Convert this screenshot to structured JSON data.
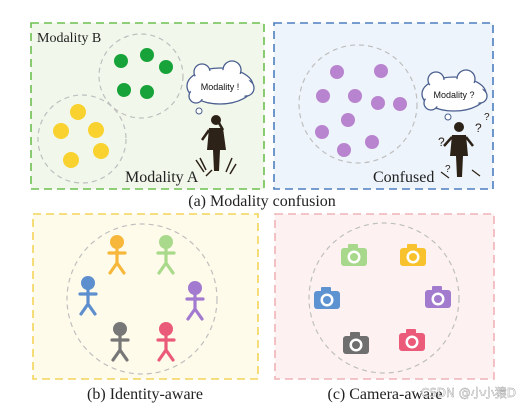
{
  "panels": {
    "modality_confusion": {
      "label_top_left": "Modality B",
      "label_bottom": "Modality A",
      "thought_bubble": "Modality !",
      "colors": {
        "group_a": "#f9d22f",
        "group_b": "#17a33a",
        "border": "#6dc04f",
        "background": "#f1f7ea"
      }
    },
    "confused": {
      "label_bottom": "Confused",
      "thought_bubble": "Modality ?",
      "colors": {
        "dots": "#b984cf",
        "border": "#4d7ebf",
        "background": "#edf4fb"
      }
    },
    "identity_aware": {
      "colors": {
        "border": "#f3d45a",
        "background": "#fffbea",
        "people": [
          "#f7b73a",
          "#a9d98a",
          "#5d8fcf",
          "#a27ad0",
          "#777777",
          "#ea5b7a"
        ]
      }
    },
    "camera_aware": {
      "colors": {
        "border": "#efb3b7",
        "background": "#fdf2f1",
        "cameras": [
          "#a7d88b",
          "#f7c22d",
          "#5e93d1",
          "#a37bce",
          "#6f6f6f",
          "#eb5b79"
        ]
      }
    }
  },
  "captions": {
    "top": "(a) Modality confusion",
    "bottom_left": "(b) Identity-aware",
    "bottom_right": "(c) Camera-aware"
  },
  "watermark": "CSDN @小小猿D"
}
